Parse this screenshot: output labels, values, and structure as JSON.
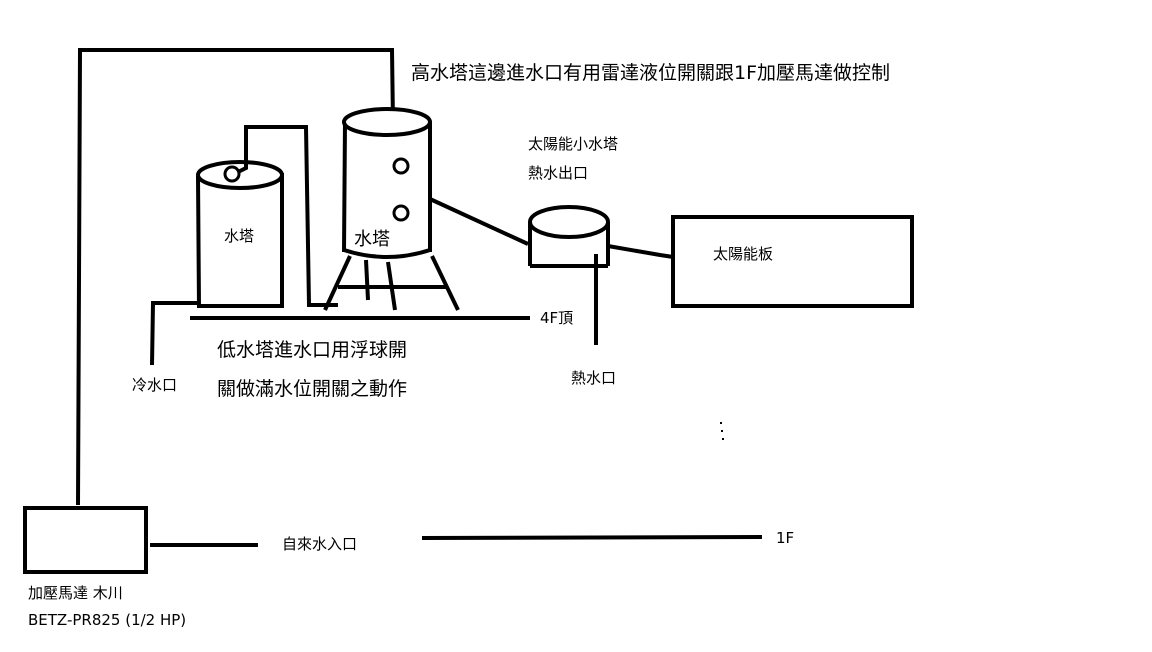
{
  "labels": {
    "high_tower_note": "高水塔這邊進水口有用雷達液位開關跟1F加壓馬達做控制",
    "solar_small_tower": "太陽能小水塔",
    "hot_water_outlet_top": "熱水出口",
    "tower_low": "水塔",
    "tower_high": "水塔",
    "solar_panel": "太陽能板",
    "roof_4f": "4F頂",
    "low_tower_note_line1": "低水塔進水口用浮球開",
    "low_tower_note_line2": "關做滿水位開關之動作",
    "cold_water_inlet": "冷水口",
    "hot_water_inlet": "熱水口",
    "tap_water_inlet": "自來水入口",
    "floor_1f": "1F",
    "pump_line1": "加壓馬達 木川",
    "pump_line2": "BETZ-PR825 (1/2 HP)"
  }
}
